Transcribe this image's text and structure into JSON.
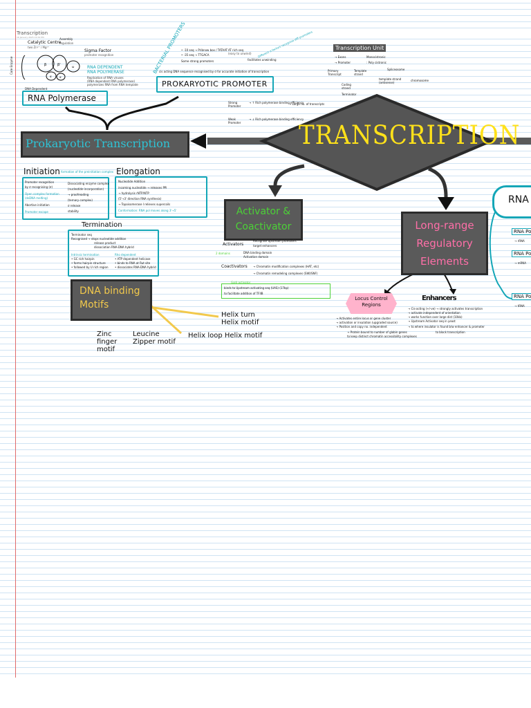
{
  "doc": {
    "title": "Transcription",
    "subtitle": "16 January 2025 10:34 PM"
  },
  "central": {
    "title": "TRANSCRIPTION"
  },
  "core_enzyme": {
    "side_label": "Core Enzyme",
    "catalytic_center": "Catalytic Centre",
    "catalytic_note": "two Zn²⁺ / Mg²⁺",
    "assembly": "Assembly",
    "assembly_note": "regulation",
    "sigma": "Sigma Factor",
    "sigma_note": "promoter recognition",
    "subunits": [
      "β",
      "β'",
      "α",
      "α",
      "ω"
    ],
    "dna_dependent_small": "DNA Dependent",
    "rna_dependent": "RNA DEPENDENT",
    "rna_polymerase_caps": "RNA POLYMERASE",
    "rna_dep_notes": [
      "Replication of RNA viruses",
      "(RNA dependent RNA polymerase)",
      "polymerizes RNA from RNA template"
    ],
    "rna_polymerase": "RNA Polymerase"
  },
  "bacterial_promoters": {
    "label": "BACTERIAL PROMOTERS",
    "line1": "• -10 seq → Pribnow box / TATAAT",
    "line2": "• -35 seq → TTGACA",
    "rich": "AT rich seq",
    "rich2": "(easy to unwind)",
    "facilitate": "facilitates unwinding",
    "differ": "Different σ factors recognise diff promoters",
    "seq_note": "Some strong promoters",
    "def": "cis acting DNA sequence recognised by σ for accurate initiation of transcription",
    "title": "PROKARYOTIC PROMOTER"
  },
  "promoter_strength": {
    "strong": "Strong Promoter",
    "strong_note": "→ ↑ Rich polymerase binding efficiency",
    "strong_result": "→ Large no. of transcripts",
    "weak": "Weak Promoter",
    "weak_note": "→ ↓ Rich polymerase binding efficiency"
  },
  "transcription_unit": {
    "title": "Transcription Unit",
    "exons": "→ Exons",
    "exon_notes": "Monocistronic",
    "promoter": "→ Promoter",
    "promoter_note": ": Poly cistronic",
    "primary": "Primary Transcript",
    "template_strand": "Template strand",
    "coding": "Coding strand",
    "template": "template strand (antisense)",
    "splice": "Spliceosome",
    "terminator": "Terminator",
    "chromosome": "chromosome"
  },
  "prok_transcription": {
    "title": "Prokaryotic Transcription"
  },
  "initiation": {
    "title": "Initiation",
    "subtitle": "formation of the preinitiation complex",
    "lines": [
      "Promoter recognition",
      "by σ recognising (σ)",
      "Open complex formation",
      "(dsDNA melting)",
      "Abortive initiation",
      "Promoter escape"
    ],
    "col2": [
      "Dissociating enzyme complex",
      "(nucleotide incorporation)",
      "→ proofreading",
      "(ternary complex)",
      "σ release",
      "stability"
    ]
  },
  "elongation": {
    "title": "Elongation",
    "lines": [
      "Nucleotide Addition",
      "incoming nucleotide → releases PPi",
      "→ hydrolysis rNTP/NTP",
      "(5'→3' direction RNA synthesis)",
      "→ Topoisomerase I relieves supercoils",
      "Conformation: RNA pol moves along 3'→5'"
    ]
  },
  "termination": {
    "title": "Termination",
    "lines": [
      "Terminator seq",
      "Recognised → stops nucleotide addition",
      "release product",
      "dissociation RNA-DNA hybrid"
    ],
    "intrinsic": "Intrinsic termination",
    "intrinsic_lines": [
      "• GC rich hairpin",
      "• forms hairpin structure",
      "• followed by U rich region"
    ],
    "rho": "Rho dependent",
    "rho_lines": [
      "• ATP dependent helicase",
      "• binds to RNA at Rut site",
      "• dissociates RNA-DNA hybrid"
    ]
  },
  "dna_motifs": {
    "title": "DNA binding Motifs",
    "items": [
      "Zinc finger motif",
      "Leucine Zipper motif",
      "Helix loop Helix motif",
      "Helix turn Helix motif"
    ]
  },
  "activator": {
    "title": "Activator & Coactivator",
    "activators": "Activators",
    "two_domains": "2 domains",
    "act_lines": [
      "Recognise upstream promoters",
      "target enhancers",
      "DNA binding domain",
      "Activation domain"
    ],
    "coactivators": "Coactivators",
    "coact_lines": [
      "→ Chromatin modification complexes (HAT, etc)",
      "→ Chromatin remodeling complexes (SWI/SNF)"
    ],
    "gal4": "Gal4 activator",
    "gal4_lines": [
      "binds to Upstream activating seq (UAS) (17bp)",
      "to facilitate addition of TFIIB"
    ]
  },
  "long_range": {
    "title": "Long-range Regulatory Elements",
    "lcr": "Locus Control Regions",
    "lcr_lines": [
      "→ Activates entire locus or gene cluster",
      "→ activation or insulation (upgraded source)",
      "→ Position and copy no. independent",
      "→ Protein bound to number of globin genes",
      "to keep distinct chromatin accessibility complexes"
    ],
    "enhancers": "Enhancers",
    "enh_lines": [
      "→ Cis-acting (+/-ve) → strongly activates transcription",
      "→ activate independent of orientation",
      "→ works function over large dist (10kb)",
      "→ Upstream Activator seq in yeast",
      "→ to where insulator is found b/w enhancer & promoter",
      "to block transcription"
    ]
  },
  "rna_side": {
    "title": "RNA",
    "items": [
      "RNA Pol I",
      "RNA Pol II",
      "RNA Pol III"
    ],
    "notes": [
      "→ rRNA",
      "→ mRNA",
      "→ tRNA"
    ]
  }
}
